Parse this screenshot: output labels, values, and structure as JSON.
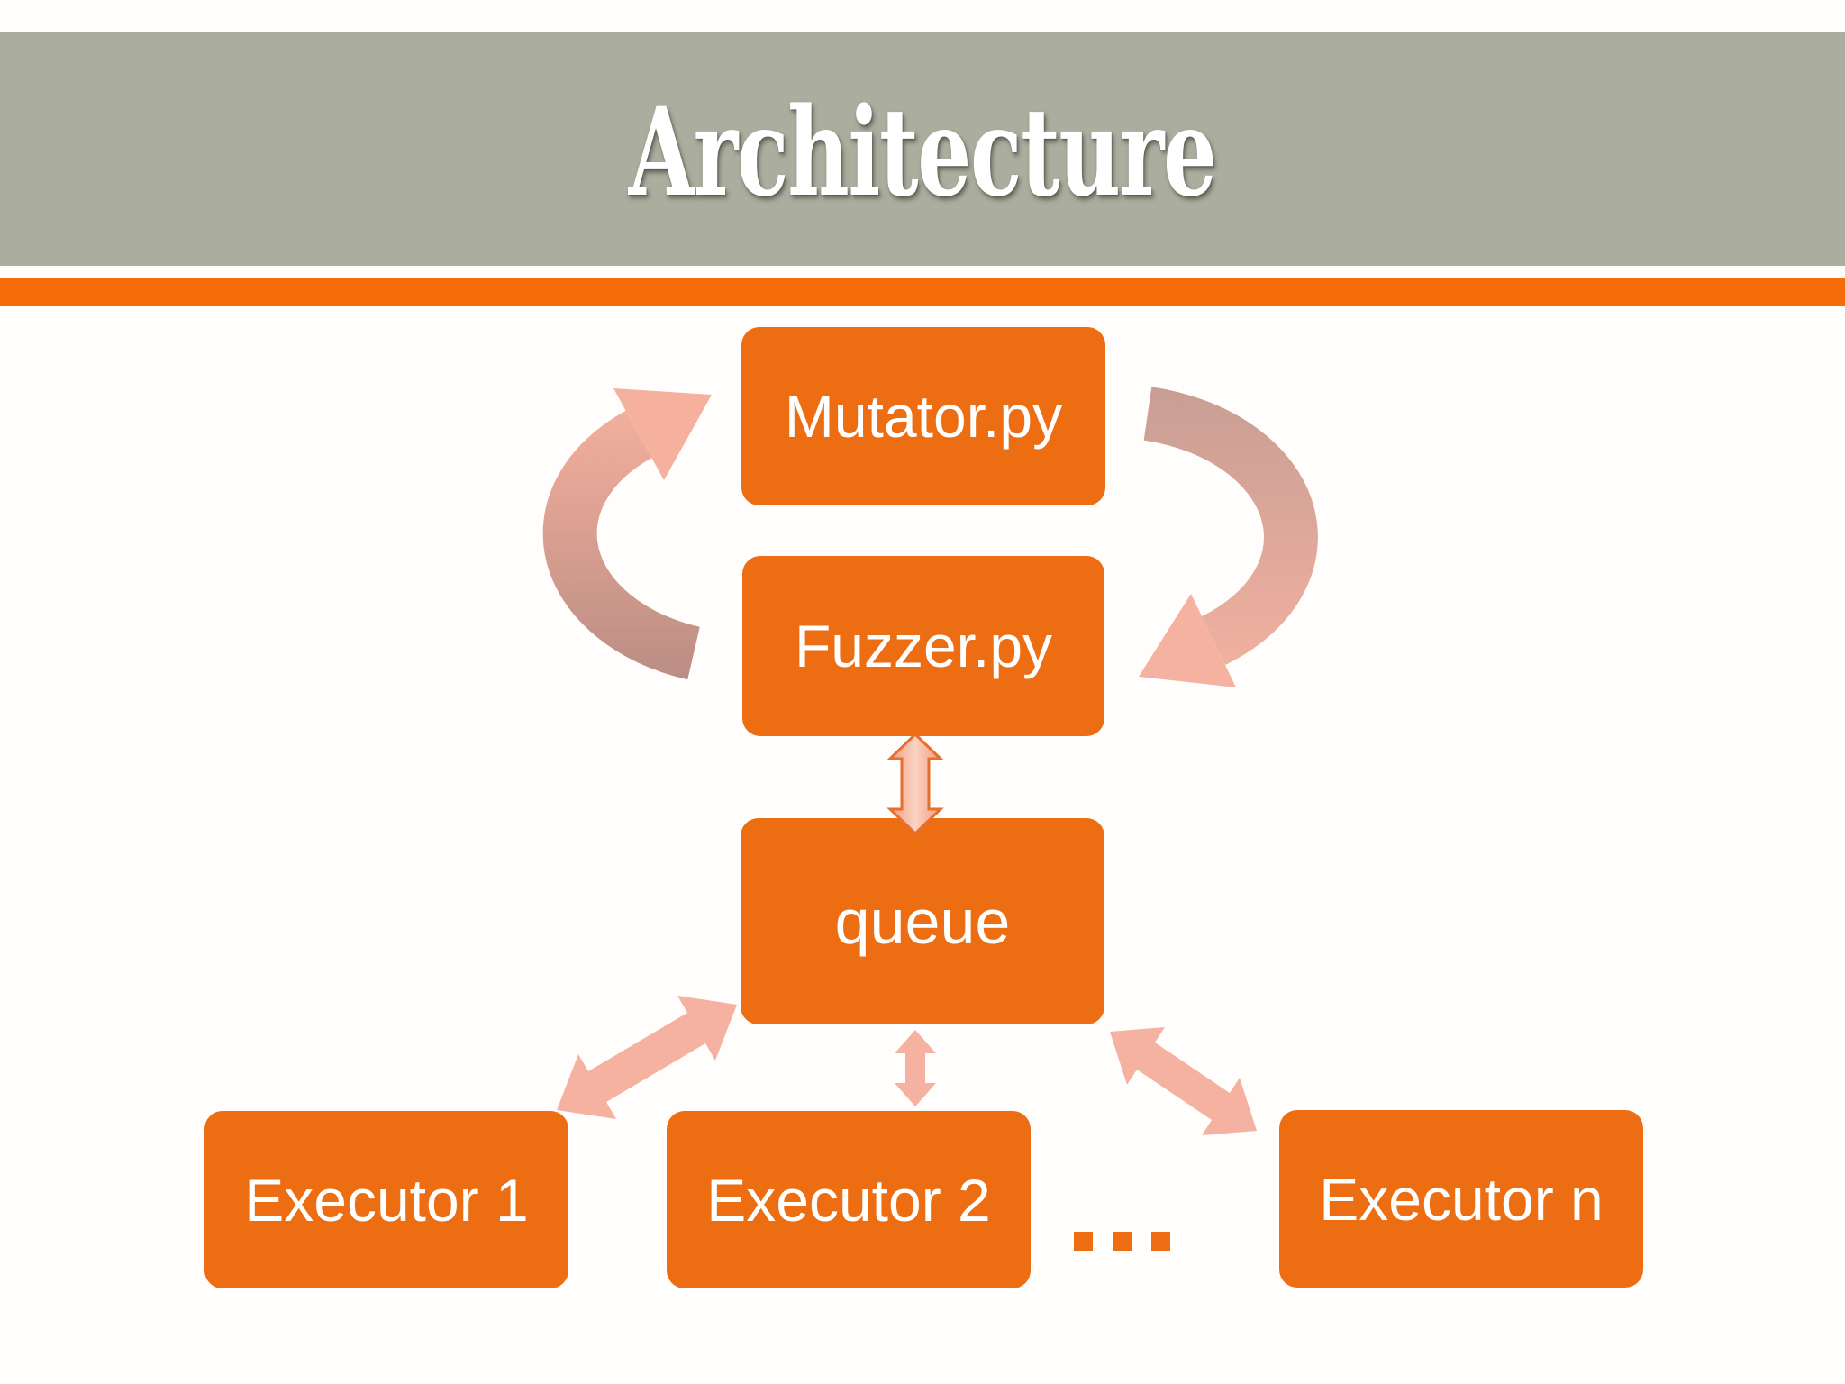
{
  "slide": {
    "title": "Architecture"
  },
  "diagram": {
    "nodes": [
      {
        "id": "mutator",
        "label": "Mutator.py"
      },
      {
        "id": "fuzzer",
        "label": "Fuzzer.py"
      },
      {
        "id": "queue",
        "label": "queue"
      },
      {
        "id": "executor-1",
        "label": "Executor 1"
      },
      {
        "id": "executor-2",
        "label": "Executor 2"
      },
      {
        "id": "executor-n",
        "label": "Executor n"
      }
    ],
    "ellipsis_label": "...",
    "connections": [
      {
        "from": "Mutator.py",
        "to": "Fuzzer.py",
        "style": "cycle-curved-arrows-bidirectional"
      },
      {
        "from": "Fuzzer.py",
        "to": "queue",
        "style": "double-headed-arrow"
      },
      {
        "from": "queue",
        "to": "Executor 1",
        "style": "double-headed-arrow"
      },
      {
        "from": "queue",
        "to": "Executor 2",
        "style": "double-headed-arrow"
      },
      {
        "from": "queue",
        "to": "Executor n",
        "style": "double-headed-arrow"
      }
    ]
  },
  "colors": {
    "band-gray": "#ABAD9E",
    "accent-orange": "#F66C09",
    "node-orange": "#ED6D13",
    "arrow-salmon": "#F5B2A0",
    "arrow-salmon-light": "#F6B19E",
    "arrow-mauve": "#B98C83",
    "arrow-mauve-light": "#C89E94",
    "arrow-outline": "#E76F2D",
    "arrow-fill-light": "#FBD3C2",
    "arrow-fill-mid": "#F19C7E",
    "text-white": "#FFFFFF"
  }
}
